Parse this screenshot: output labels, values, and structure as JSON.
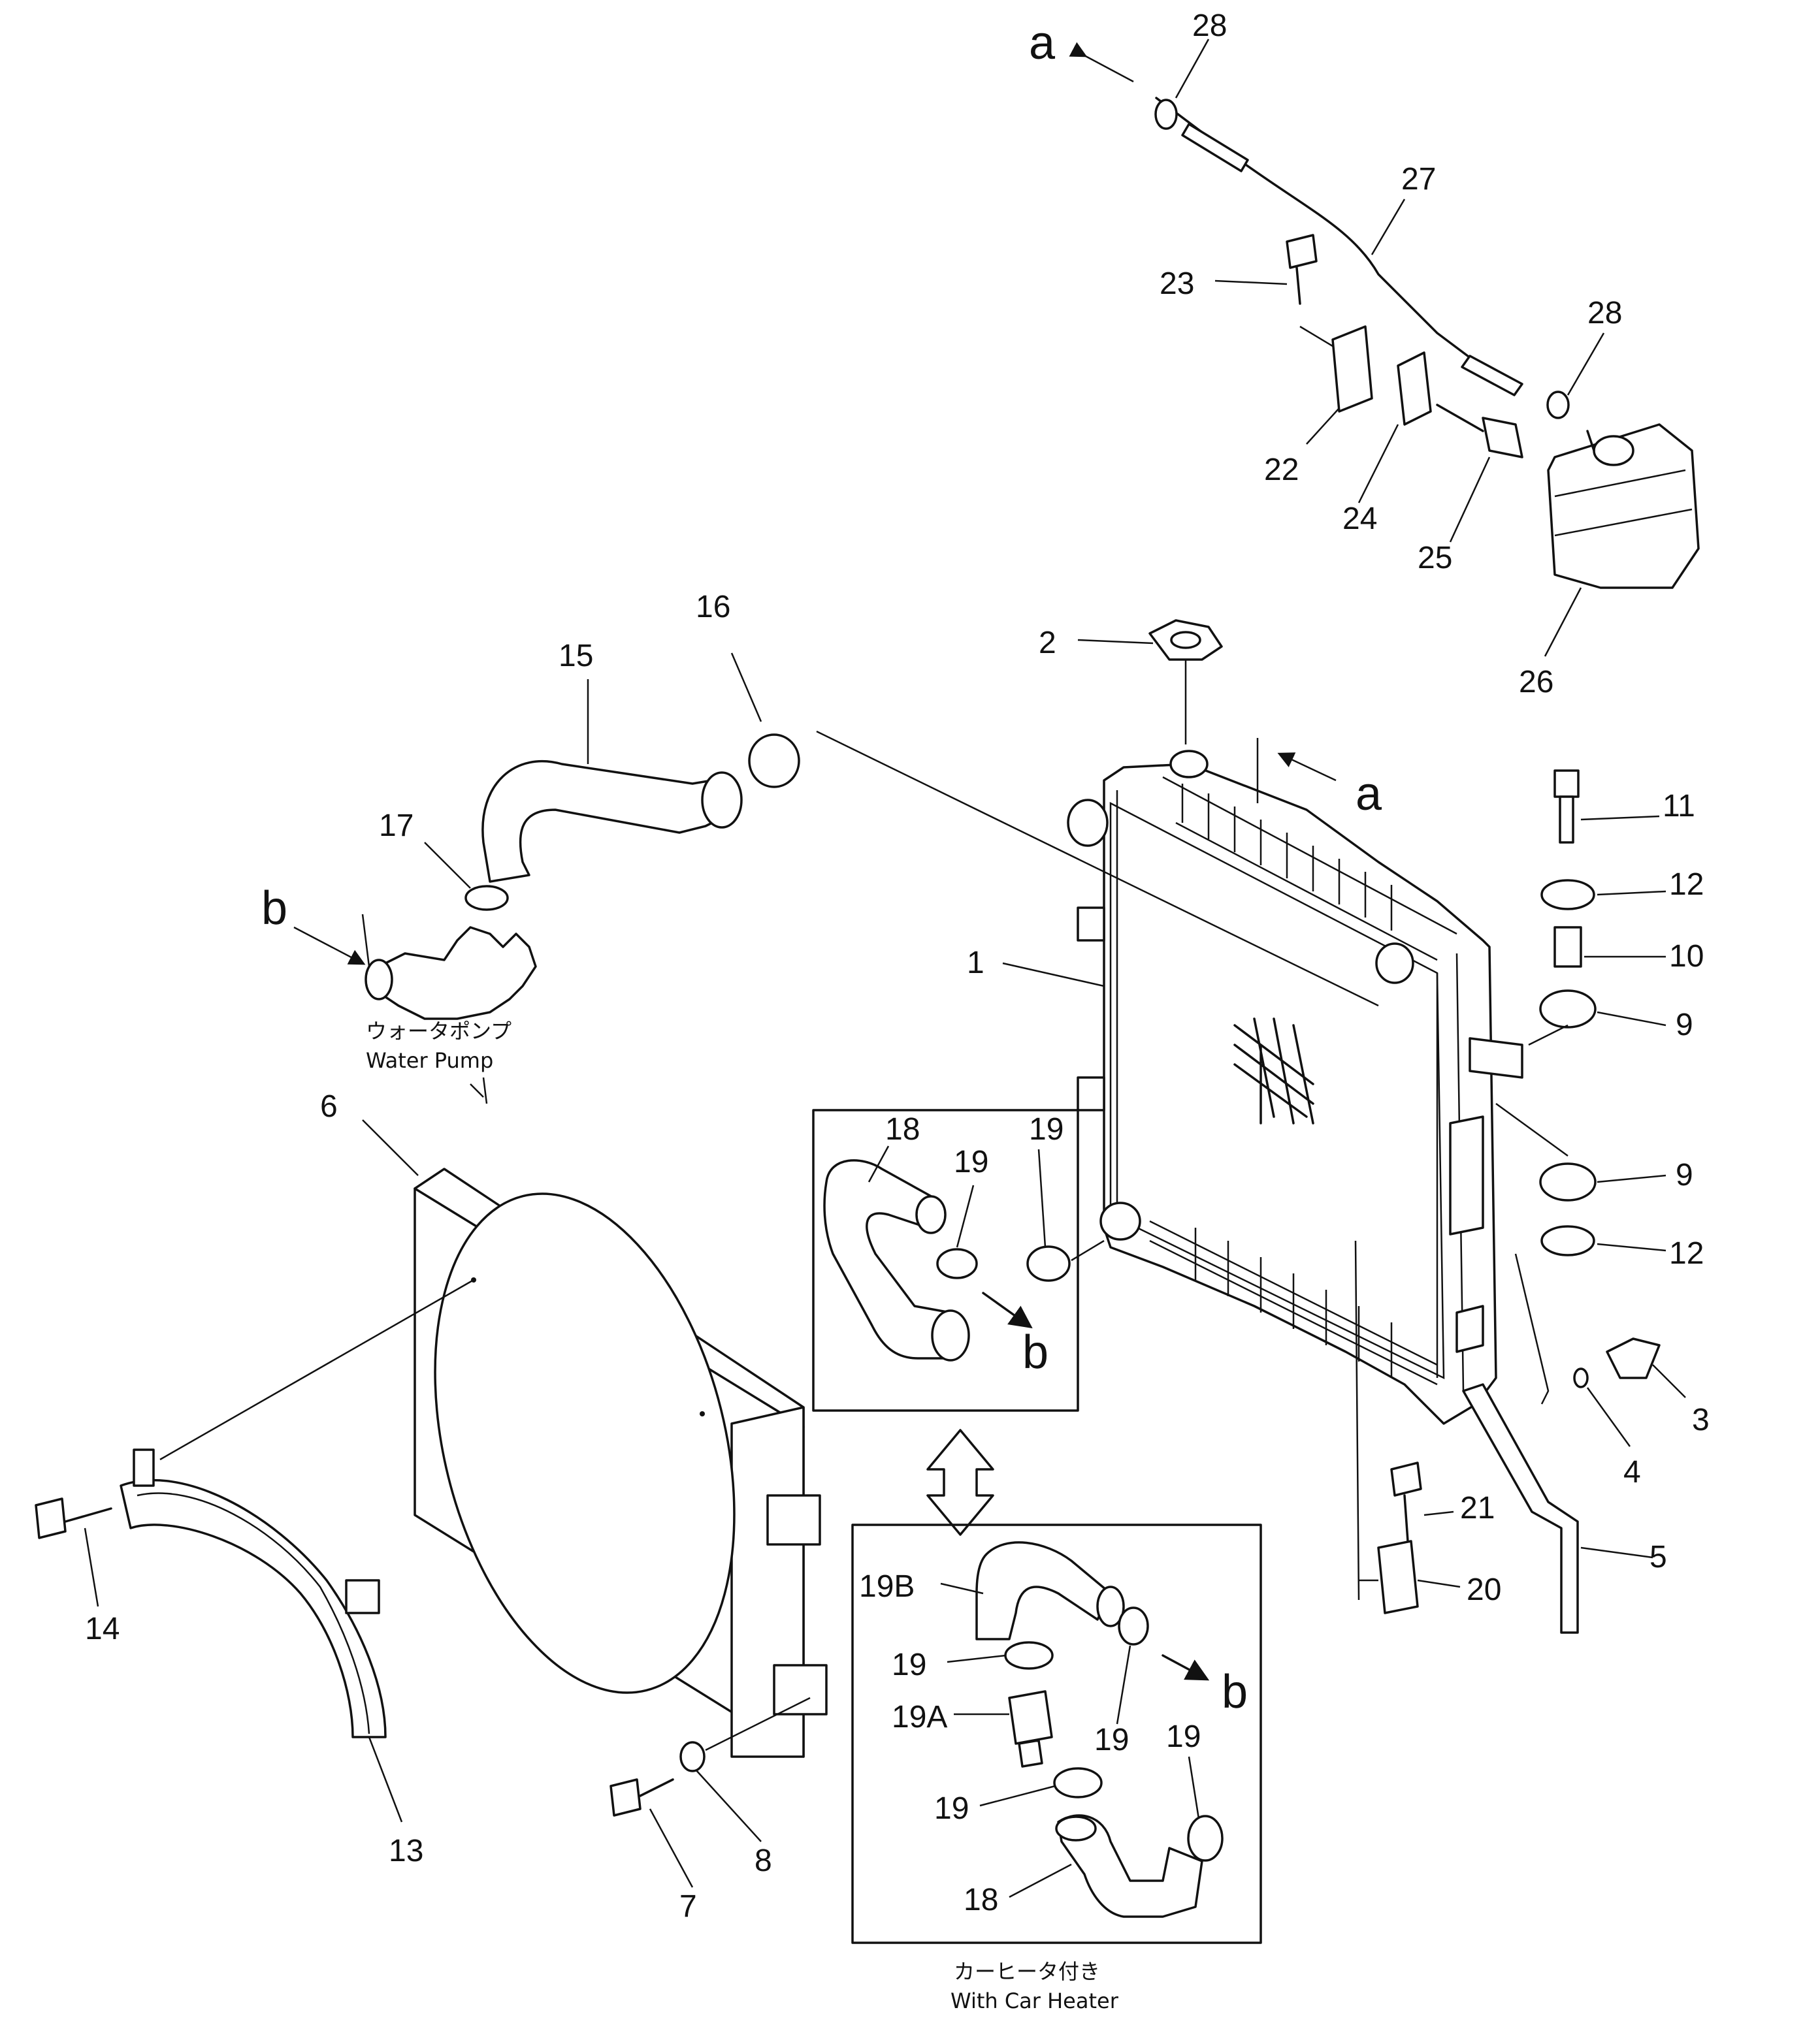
{
  "callouts": {
    "c1": "1",
    "c2": "2",
    "c3": "3",
    "c4": "4",
    "c5": "5",
    "c6": "6",
    "c7": "7",
    "c8": "8",
    "c9a": "9",
    "c9b": "9",
    "c10": "10",
    "c11": "11",
    "c12a": "12",
    "c12b": "12",
    "c13": "13",
    "c14": "14",
    "c15": "15",
    "c16": "16",
    "c17": "17",
    "c18a": "18",
    "c18b": "18",
    "c19a": "19",
    "c19b": "19",
    "c19c": "19",
    "c19d": "19",
    "c19e": "19",
    "c19f": "19",
    "c19A": "19A",
    "c19B": "19B",
    "c20": "20",
    "c21": "21",
    "c22": "22",
    "c23": "23",
    "c24": "24",
    "c25": "25",
    "c26": "26",
    "c27": "27",
    "c28a": "28",
    "c28b": "28"
  },
  "refs": {
    "a_top": "a",
    "a_radiator": "a",
    "b_pump": "b",
    "b_box1": "b",
    "b_box2": "b"
  },
  "captions": {
    "water_pump_jp": "ウォータポンプ",
    "water_pump_en": "Water Pump",
    "car_heater_jp": "カーヒータ付き",
    "car_heater_en": "With Car Heater"
  },
  "icons": {
    "double_arrow": "double-arrow-icon",
    "arrow": "arrow-icon"
  }
}
